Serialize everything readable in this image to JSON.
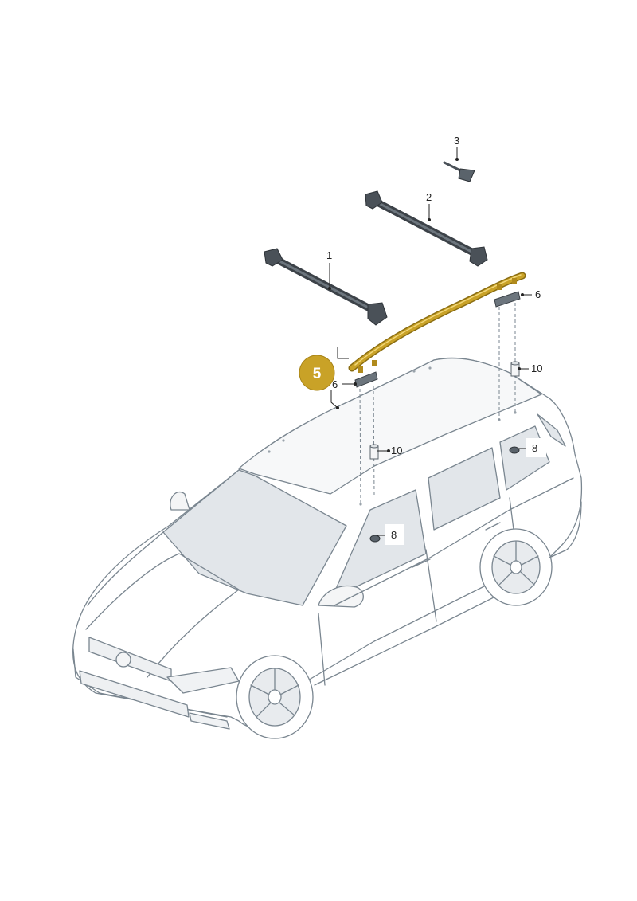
{
  "callouts": {
    "c1": "1",
    "c2": "2",
    "c3": "3",
    "c5": "5",
    "c6a": "6",
    "c6b": "6",
    "c8a": "8",
    "c8b": "8",
    "c10a": "10",
    "c10b": "10"
  },
  "colors": {
    "highlight": "#c9a227",
    "highlight_dark": "#8a6d12",
    "crossbar": "#3c4248",
    "outline": "#6e7a84",
    "glass": "#e2e6ea",
    "body": "#ffffff"
  }
}
